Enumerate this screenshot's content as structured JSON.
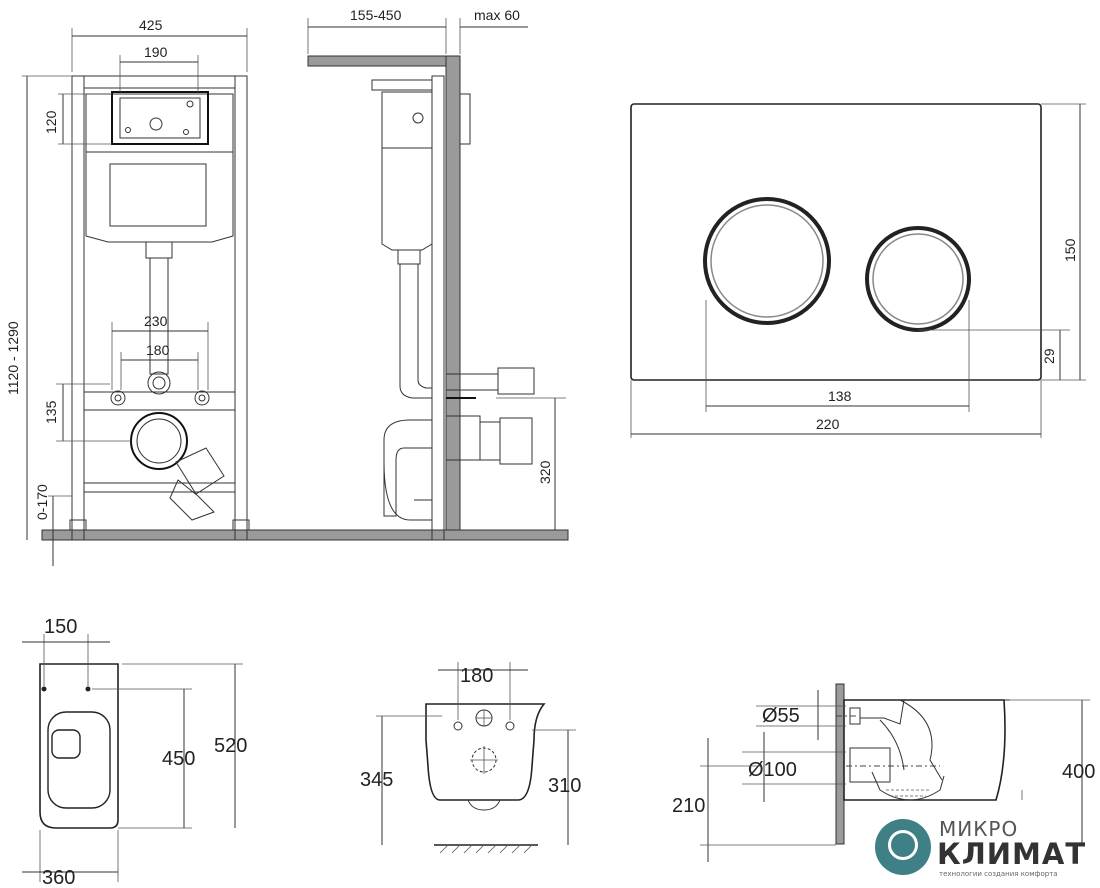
{
  "dimensions": {
    "frame_width": "425",
    "plate_width": "190",
    "top_offset": "120",
    "height_range": "1120 - 1290",
    "stud_outer": "230",
    "stud_inner": "180",
    "outlet_offset": "135",
    "foot_range": "0-170",
    "depth_range": "155-450",
    "max_depth": "max 60",
    "outlet_height": "320",
    "panel_height": "150",
    "button_offset": "29",
    "button_span": "138",
    "panel_width": "220",
    "bowl_hole_spacing": "150",
    "bowl_hole_depth": "450",
    "bowl_length": "520",
    "bowl_width": "360",
    "rear_hole_spacing": "180",
    "rear_height": "345",
    "rear_inner_height": "310",
    "flush_diameter": "Ø55",
    "drain_diameter": "Ø100",
    "drain_height": "210",
    "bowl_height": "400"
  },
  "logo": {
    "line1": "МИКРО",
    "line2": "КЛИМАТ",
    "tagline": "технологии создания комфорта",
    "color": "#3f7f86"
  }
}
